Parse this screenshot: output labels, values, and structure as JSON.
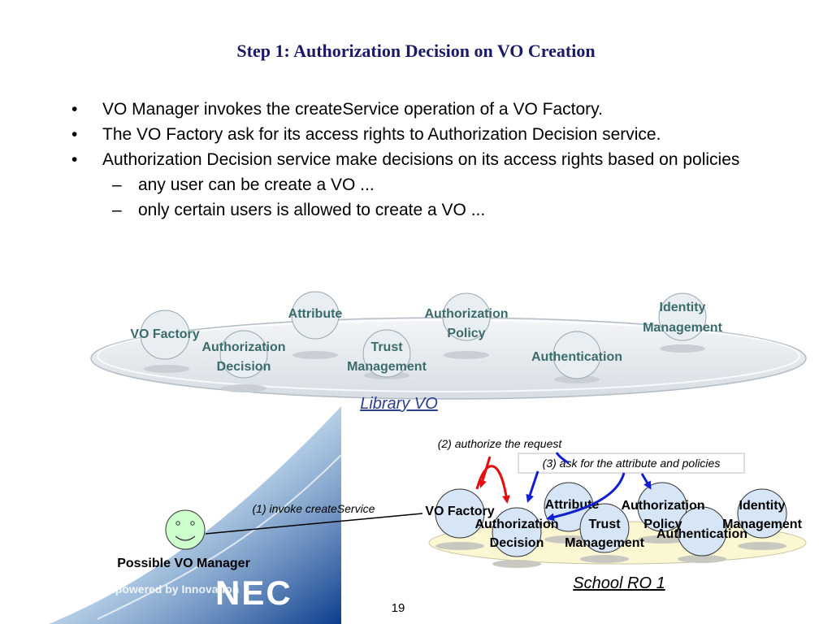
{
  "slide": {
    "title": "Step 1: Authorization Decision on VO Creation",
    "page_number": "19"
  },
  "bullets": [
    {
      "level": 1,
      "text": "VO Manager invokes the createService operation of a VO Factory."
    },
    {
      "level": 1,
      "text": "The VO Factory ask for its access rights to Authorization Decision service."
    },
    {
      "level": 1,
      "text": "Authorization Decision service make decisions on its access rights based on policies"
    },
    {
      "level": 2,
      "text": "any user can be create a VO ..."
    },
    {
      "level": 2,
      "text": "only certain users is allowed to create a VO ..."
    }
  ],
  "bullet_markers": {
    "level1": "•",
    "level2": "–"
  },
  "library_vo": {
    "label": "Library  VO",
    "services": {
      "vo_factory": "VO Factory",
      "attribute": "Attribute",
      "authz_policy_1": "Authorization",
      "authz_policy_2": "Policy",
      "identity_1": "Identity",
      "identity_2": "Management",
      "authz_decision_1": "Authorization",
      "authz_decision_2": "Decision",
      "trust_1": "Trust",
      "trust_2": "Management",
      "authentication": "Authentication"
    }
  },
  "school_ro": {
    "label": "School RO  1",
    "services": {
      "vo_factory": "VO Factory",
      "attribute": "Attribute",
      "authz_policy_1": "Authorization",
      "authz_policy_2": "Policy",
      "identity_1": "Identity",
      "identity_2": "Management",
      "authz_decision_1": "Authorization",
      "authz_decision_2": "Decision",
      "trust_1": "Trust",
      "trust_2": "Management",
      "authentication": "Authentication"
    }
  },
  "manager": {
    "label": "Possible VO Manager"
  },
  "steps": {
    "step1": "(1) invoke createService",
    "step2": "(2) authorize the request",
    "step3": "(3) ask for the attribute and policies"
  },
  "branding": {
    "logo": "NEC",
    "tagline": "Empowered by Innovation"
  },
  "colors": {
    "title": "#1a1a66",
    "library_text": "#3c6b6b",
    "library_label": "#2a3f8f",
    "arrow_red": "#e01010",
    "arrow_blue": "#1020d0",
    "node_fill": "#d6e6f7",
    "platform": "#fbf7d2",
    "brand_blue": "#0a3a8a"
  }
}
